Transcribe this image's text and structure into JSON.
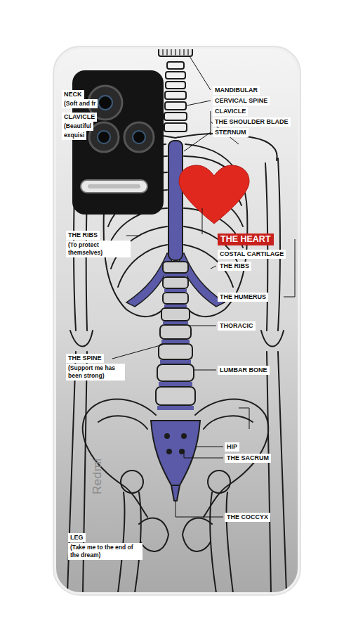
{
  "diagram": {
    "labels": [
      "NECK",
      "(Soft and fr",
      "CLAVICLE",
      "(Beautiful",
      "exquisi",
      "THE RIBS",
      "(To protect themselves)",
      "THE SPINE",
      "(Support me has been strong)",
      "LEG",
      "(Take me to the end of the dream)",
      "MANDIBULAR",
      "CERVICAL SPINE",
      "CLAVICLE",
      "THE SHOULDER BLADE",
      "STERNUM",
      "THE HEART",
      "COSTAL CARTILAGE",
      "THE RIBS",
      "THE HUMERUS",
      "THORACIC",
      "LUMBAR BONE",
      "HIP",
      "THE SACRUM",
      "THE COCCYX",
      "Redmi"
    ]
  }
}
